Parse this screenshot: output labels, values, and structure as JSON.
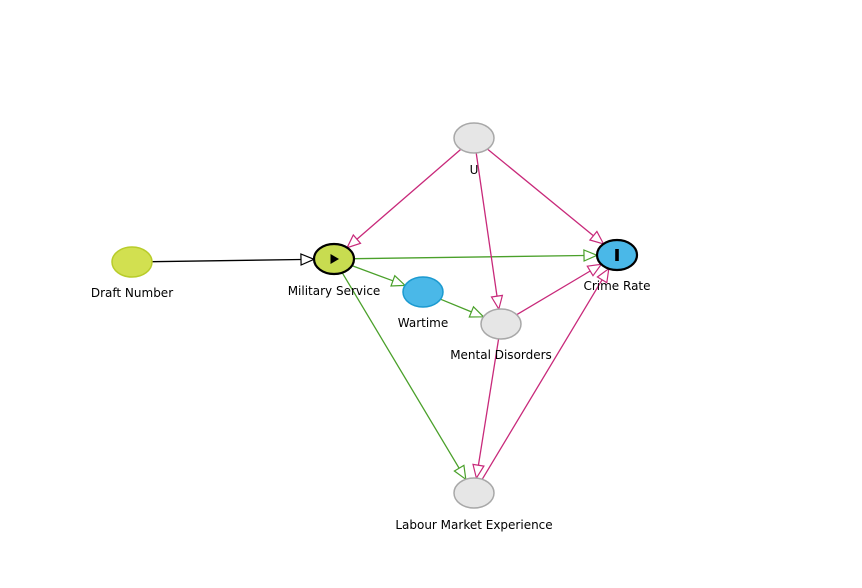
{
  "diagram": {
    "type": "causal-dag",
    "colors": {
      "exposure": "#c8dc50",
      "outcome": "#4ab8e8",
      "adjusted": "#4ab8e8",
      "latent": "#e6e6e6",
      "ancestor": "#d2e050",
      "causal_path_edge": "#4aa02a",
      "biasing_path_edge": "#c8297a",
      "neutral_edge": "#000000"
    },
    "nodes": [
      {
        "id": "draft",
        "label": "Draft Number",
        "role": "ancestor"
      },
      {
        "id": "military",
        "label": "Military Service",
        "role": "exposure",
        "icon": "play-icon"
      },
      {
        "id": "wartime",
        "label": "Wartime",
        "role": "adjusted"
      },
      {
        "id": "u",
        "label": "U",
        "role": "latent"
      },
      {
        "id": "mental",
        "label": "Mental Disorders",
        "role": "latent"
      },
      {
        "id": "crime",
        "label": "Crime Rate",
        "role": "outcome",
        "icon": "bar-icon"
      },
      {
        "id": "labour",
        "label": "Labour Market Experience",
        "role": "latent"
      }
    ],
    "edges": [
      {
        "from": "draft",
        "to": "military",
        "kind": "neutral"
      },
      {
        "from": "military",
        "to": "crime",
        "kind": "causal"
      },
      {
        "from": "military",
        "to": "wartime",
        "kind": "causal"
      },
      {
        "from": "military",
        "to": "labour",
        "kind": "causal"
      },
      {
        "from": "wartime",
        "to": "mental",
        "kind": "causal"
      },
      {
        "from": "u",
        "to": "military",
        "kind": "biasing"
      },
      {
        "from": "u",
        "to": "crime",
        "kind": "biasing"
      },
      {
        "from": "u",
        "to": "mental",
        "kind": "biasing"
      },
      {
        "from": "mental",
        "to": "crime",
        "kind": "biasing"
      },
      {
        "from": "mental",
        "to": "labour",
        "kind": "biasing"
      },
      {
        "from": "labour",
        "to": "crime",
        "kind": "biasing"
      }
    ]
  }
}
